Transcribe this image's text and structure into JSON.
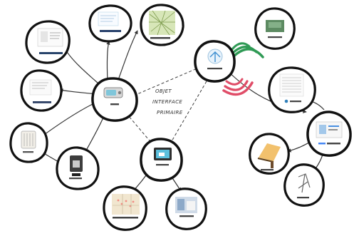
{
  "center_label": {
    "line1": "OBJET",
    "line2": "INTERFACE",
    "line3": "PRIMAIRE"
  },
  "colors": {
    "outline": "#111111",
    "green_signal": "#2f9a55",
    "red_signal": "#e04d68",
    "line": "#333333"
  },
  "icons": {
    "hub_left": "scanner-reader-icon",
    "hub_bottom": "tablet-screen-icon",
    "hub_top_right": "network-router-icon"
  }
}
